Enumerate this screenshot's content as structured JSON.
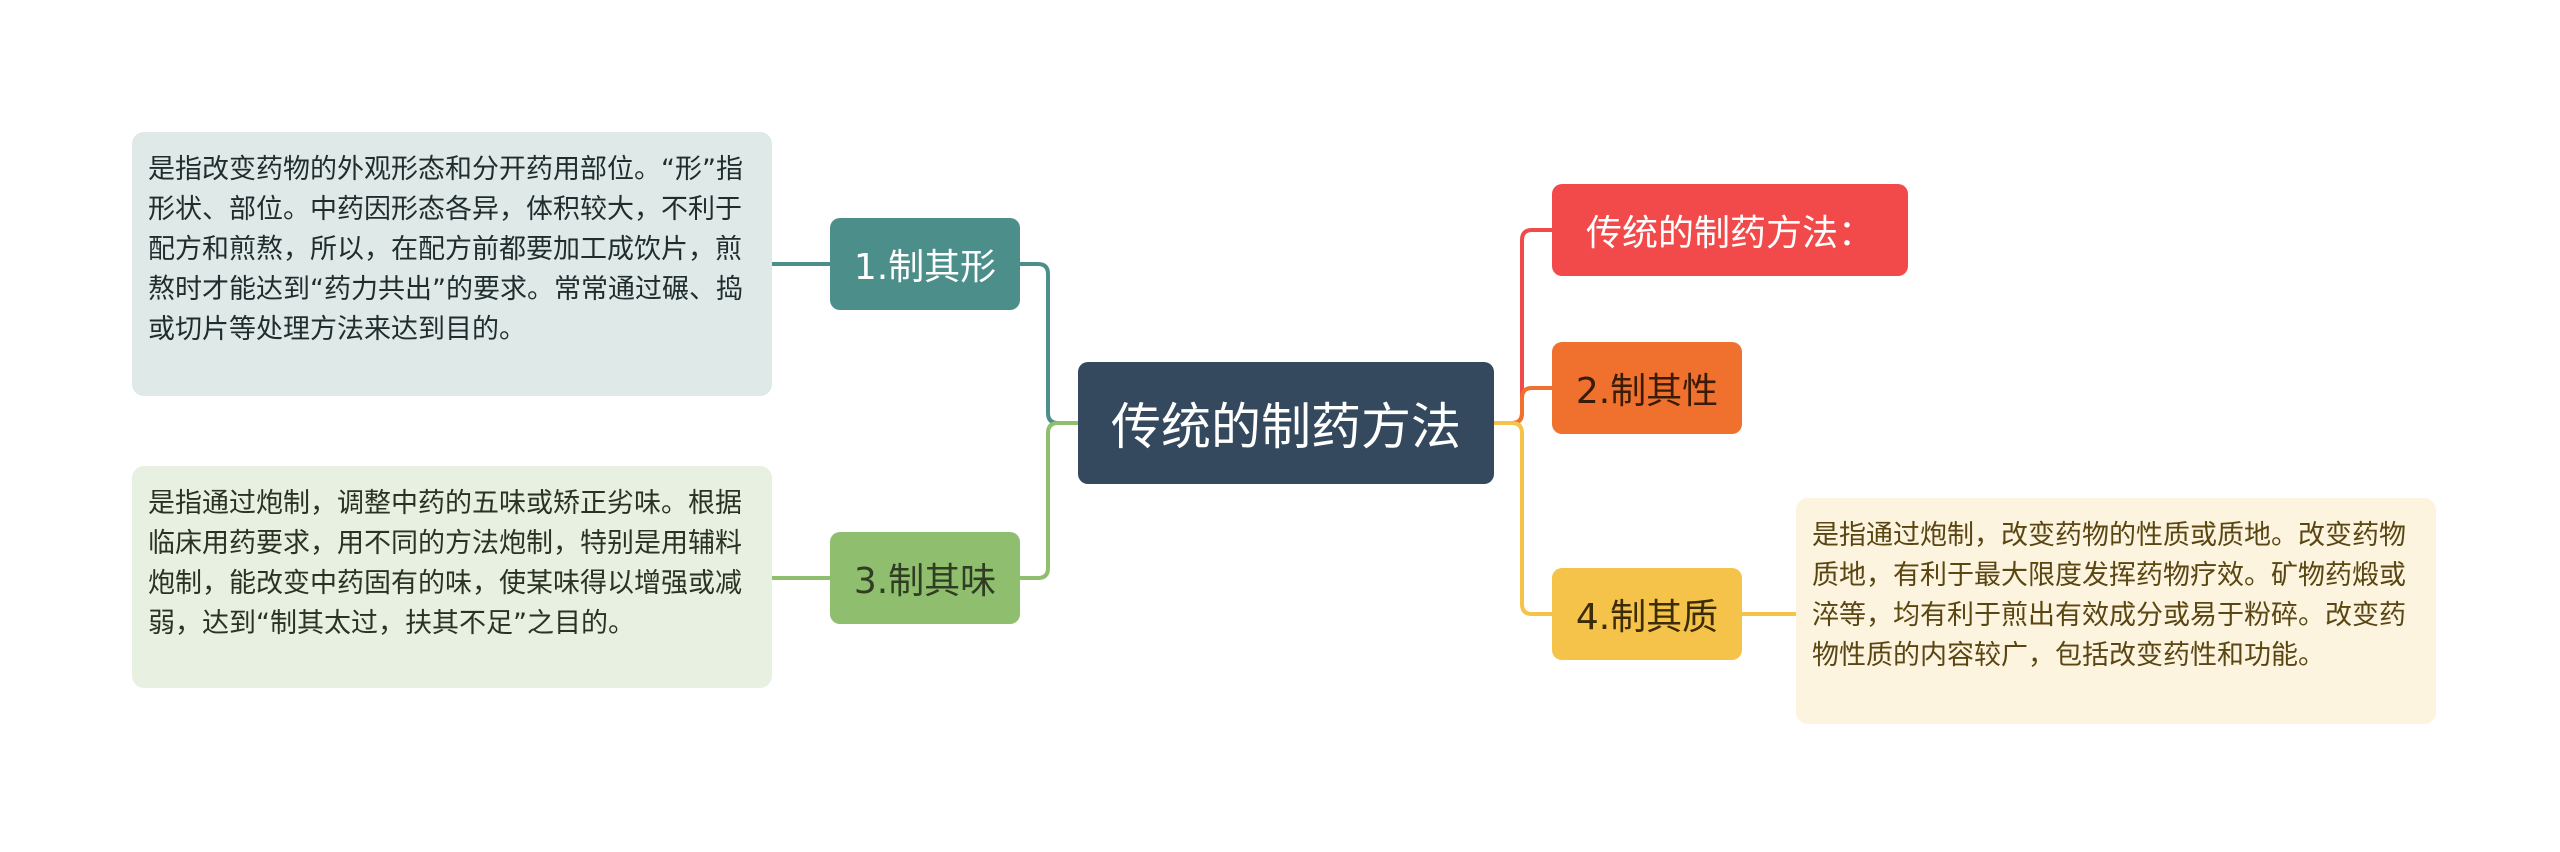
{
  "root": {
    "label": "传统的制药方法"
  },
  "branches": {
    "xing": {
      "label": "1.制其形",
      "detail": "是指改变药物的外观形态和分开药用部位。“形”指形状、部位。中药因形态各异，体积较大，不利于配方和煎熬，所以，在配方前都要加工成饮片，煎熬时才能达到“药力共出”的要求。常常通过碾、捣或切片等处理方法来达到目的。"
    },
    "wei": {
      "label": "3.制其味",
      "detail": "是指通过炮制，调整中药的五味或矫正劣味。根据临床用药要求，用不同的方法炮制，特别是用辅料炮制，能改变中药固有的味，使某味得以增强或减弱，达到“制其太过，扶其不足”之目的。"
    },
    "title": {
      "label": "传统的制药方法："
    },
    "xing2": {
      "label": "2.制其性"
    },
    "zhi": {
      "label": "4.制其质",
      "detail": "是指通过炮制，改变药物的性质或质地。改变药物质地，有利于最大限度发挥药物疗效。矿物药煅或淬等，均有利于煎出有效成分或易于粉碎。改变药物性质的内容较广，包括改变药性和功能。"
    }
  },
  "colors": {
    "root": "#34495e",
    "xing": "#4c8e8a",
    "wei": "#8fbe6e",
    "title": "#f24a4a",
    "xing2": "#f0702e",
    "zhi": "#f6c34a"
  }
}
